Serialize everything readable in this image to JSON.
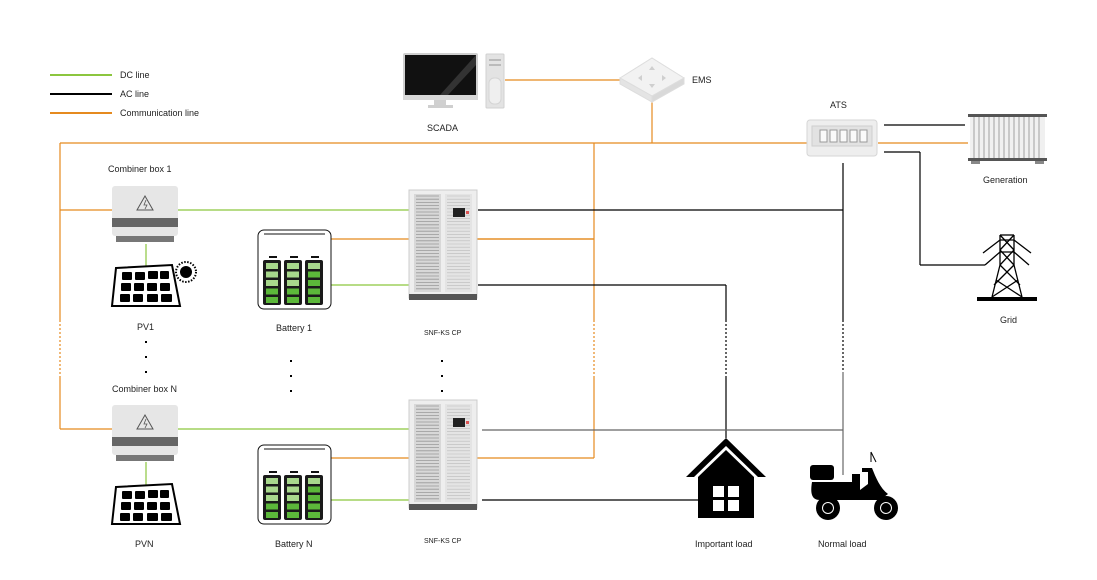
{
  "legend": {
    "items": [
      {
        "label": "DC line",
        "color": "#8cc63f"
      },
      {
        "label": "AC line",
        "color": "#000000"
      },
      {
        "label": "Communication line",
        "color": "#e58a1f"
      }
    ]
  },
  "nodes": {
    "scada": "SCADA",
    "ems": "EMS",
    "ats": "ATS",
    "generation": "Generation",
    "grid": "Grid",
    "combiner_1": "Combiner box 1",
    "combiner_n": "Combiner box N",
    "pv_1": "PV1",
    "pv_n": "PVN",
    "battery_1": "Battery 1",
    "battery_n": "Battery N",
    "pcs_1": "SNF-KS CP",
    "pcs_n": "SNF-KS CP",
    "important_load": "Important load",
    "normal_load": "Normal load"
  },
  "ellipsis": "·"
}
